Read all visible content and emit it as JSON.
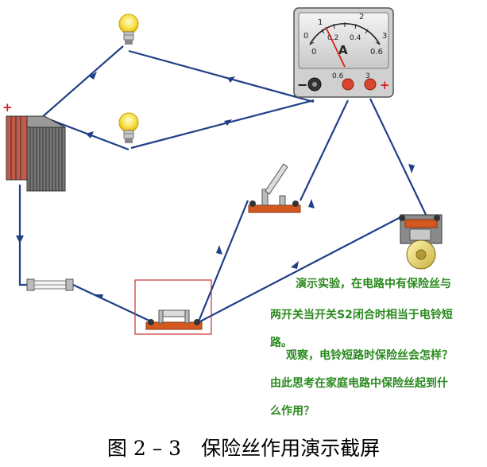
{
  "ammeter": {
    "unit": "A",
    "scale_top": [
      "0",
      "1",
      "2",
      "3"
    ],
    "scale_bottom": [
      "0",
      "0.2",
      "0.4",
      "0.6"
    ],
    "terminal_minus": "−",
    "terminal_plus": "+",
    "terminal_06": "0.6",
    "terminal_3": "3",
    "needle_value": 0.2
  },
  "battery": {
    "plus_sign": "+"
  },
  "notes": {
    "line1": "演示实验，在电路中有保险丝与",
    "line2": "两开关当开关S2闭合时相当于电铃短",
    "line3": "路。",
    "line4": "观察，电铃短路时保险丝会怎样？",
    "line5": "由此思考在家庭电路中保险丝起到什",
    "line6": "么作用？"
  },
  "caption": "图 2 – 3　保险丝作用演示截屏",
  "colors": {
    "wire": "#1f3f88",
    "note_text": "#2a8a1e",
    "terminal_red": "#d9452e",
    "switch_base": "#d4591e"
  }
}
